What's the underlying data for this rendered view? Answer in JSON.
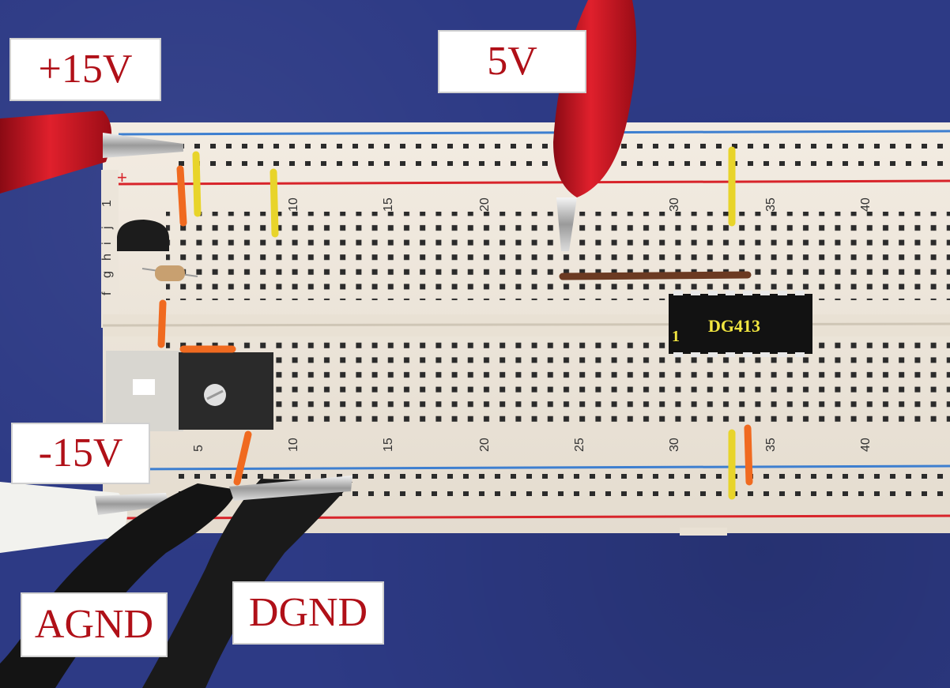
{
  "labels": {
    "plus_15v": "+15V",
    "five_v": "5V",
    "minus_15v": "-15V",
    "agnd": "AGND",
    "dgnd": "DGND"
  },
  "breadboard": {
    "column_numbers": [
      "1",
      "5",
      "10",
      "15",
      "20",
      "25",
      "30",
      "35",
      "40"
    ],
    "row_letters": [
      "f",
      "g",
      "h",
      "i",
      "j"
    ],
    "rail_plus_symbol": "+"
  },
  "chip": {
    "name": "DG413",
    "pin1_label": "1"
  },
  "colors": {
    "background": "#2d3a85",
    "label_text": "#b01018",
    "chip_text": "#f2e640",
    "rail_red": "#d8242a",
    "rail_blue": "#3d7fd0",
    "wire_yellow": "#e8d42a",
    "wire_orange": "#f06a20",
    "wire_brown": "#6b3a22",
    "clip_red": "#c8101e",
    "clip_black": "#141414"
  }
}
